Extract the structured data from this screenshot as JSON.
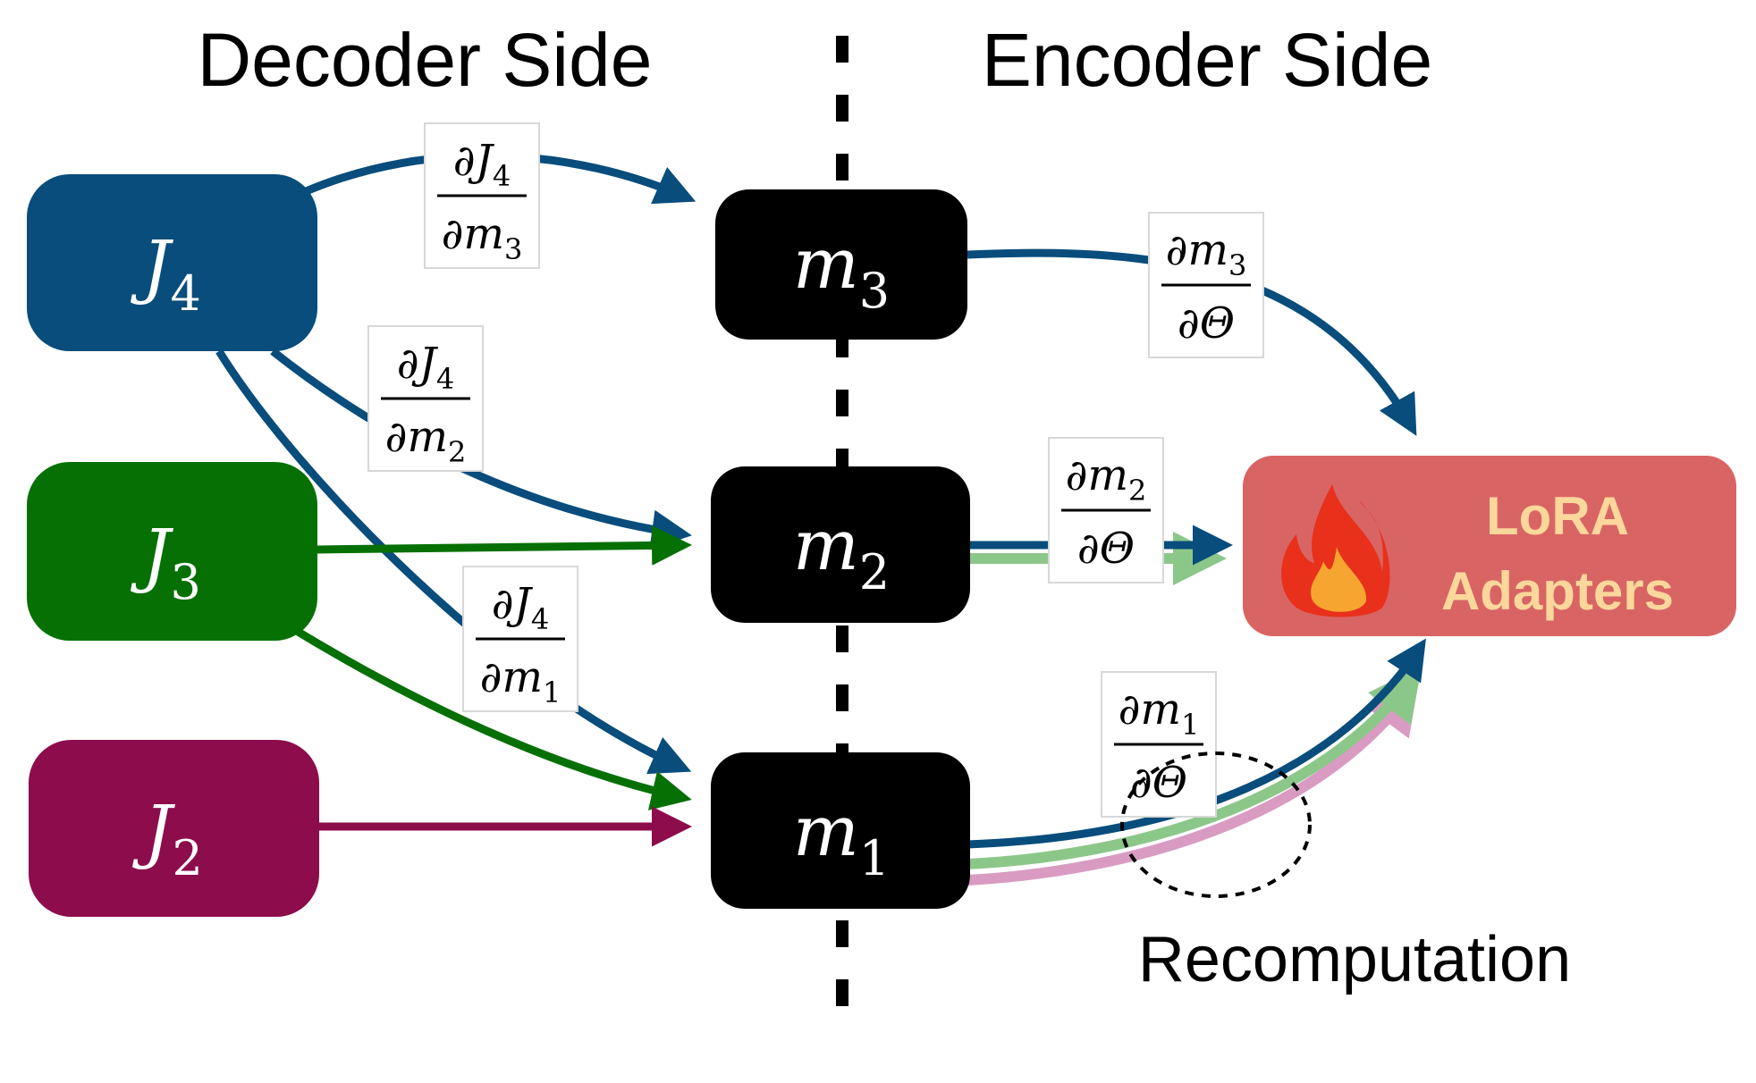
{
  "headings": {
    "decoder": "Decoder Side",
    "encoder": "Encoder Side"
  },
  "loss_nodes": [
    {
      "id": "J4",
      "base": "J",
      "sub": "4",
      "color": "#084d7c"
    },
    {
      "id": "J3",
      "base": "J",
      "sub": "3",
      "color": "#077005"
    },
    {
      "id": "J2",
      "base": "J",
      "sub": "2",
      "color": "#8c0c4c"
    }
  ],
  "memory_nodes": [
    {
      "id": "m3",
      "base": "m",
      "sub": "3"
    },
    {
      "id": "m2",
      "base": "m",
      "sub": "2"
    },
    {
      "id": "m1",
      "base": "m",
      "sub": "1"
    }
  ],
  "adapter": {
    "line1": "LoRA",
    "line2": "Adapters",
    "fill": "#d96464",
    "text_color": "#fcd79b",
    "icon": "fire-icon"
  },
  "gradient_labels": [
    {
      "id": "dJ4dm3",
      "num_base": "J",
      "num_sub": "4",
      "den_base": "m",
      "den_sub": "3"
    },
    {
      "id": "dJ4dm2",
      "num_base": "J",
      "num_sub": "4",
      "den_base": "m",
      "den_sub": "2"
    },
    {
      "id": "dJ4dm1",
      "num_base": "J",
      "num_sub": "4",
      "den_base": "m",
      "den_sub": "1"
    },
    {
      "id": "dm3dTheta",
      "num_base": "m",
      "num_sub": "3",
      "den_base": "Θ",
      "den_sub": ""
    },
    {
      "id": "dm2dTheta",
      "num_base": "m",
      "num_sub": "2",
      "den_base": "Θ",
      "den_sub": ""
    },
    {
      "id": "dm1dTheta",
      "num_base": "m",
      "num_sub": "1",
      "den_base": "Θ",
      "den_sub": ""
    }
  ],
  "partial_symbol": "∂",
  "recomputation_label": "Recomputation",
  "colors": {
    "blue": "#084d7c",
    "green": "#077005",
    "purple": "#8c0c4c",
    "green_light": "#8cc78a",
    "purple_light": "#d99bc2",
    "node_black": "#000000"
  }
}
